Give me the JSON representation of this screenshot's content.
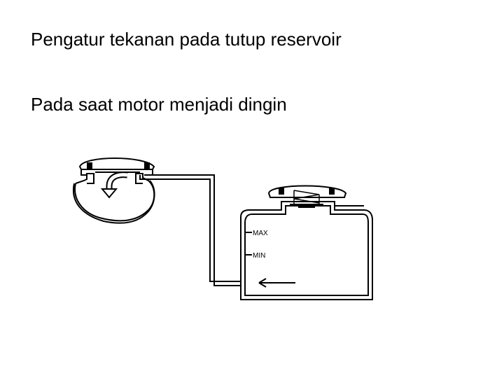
{
  "slide": {
    "title": "Pengatur tekanan pada tutup reservoir",
    "subtitle": "Pada saat motor menjadi dingin"
  },
  "diagram": {
    "level_max_label": "MAX",
    "level_min_label": "MIN"
  }
}
